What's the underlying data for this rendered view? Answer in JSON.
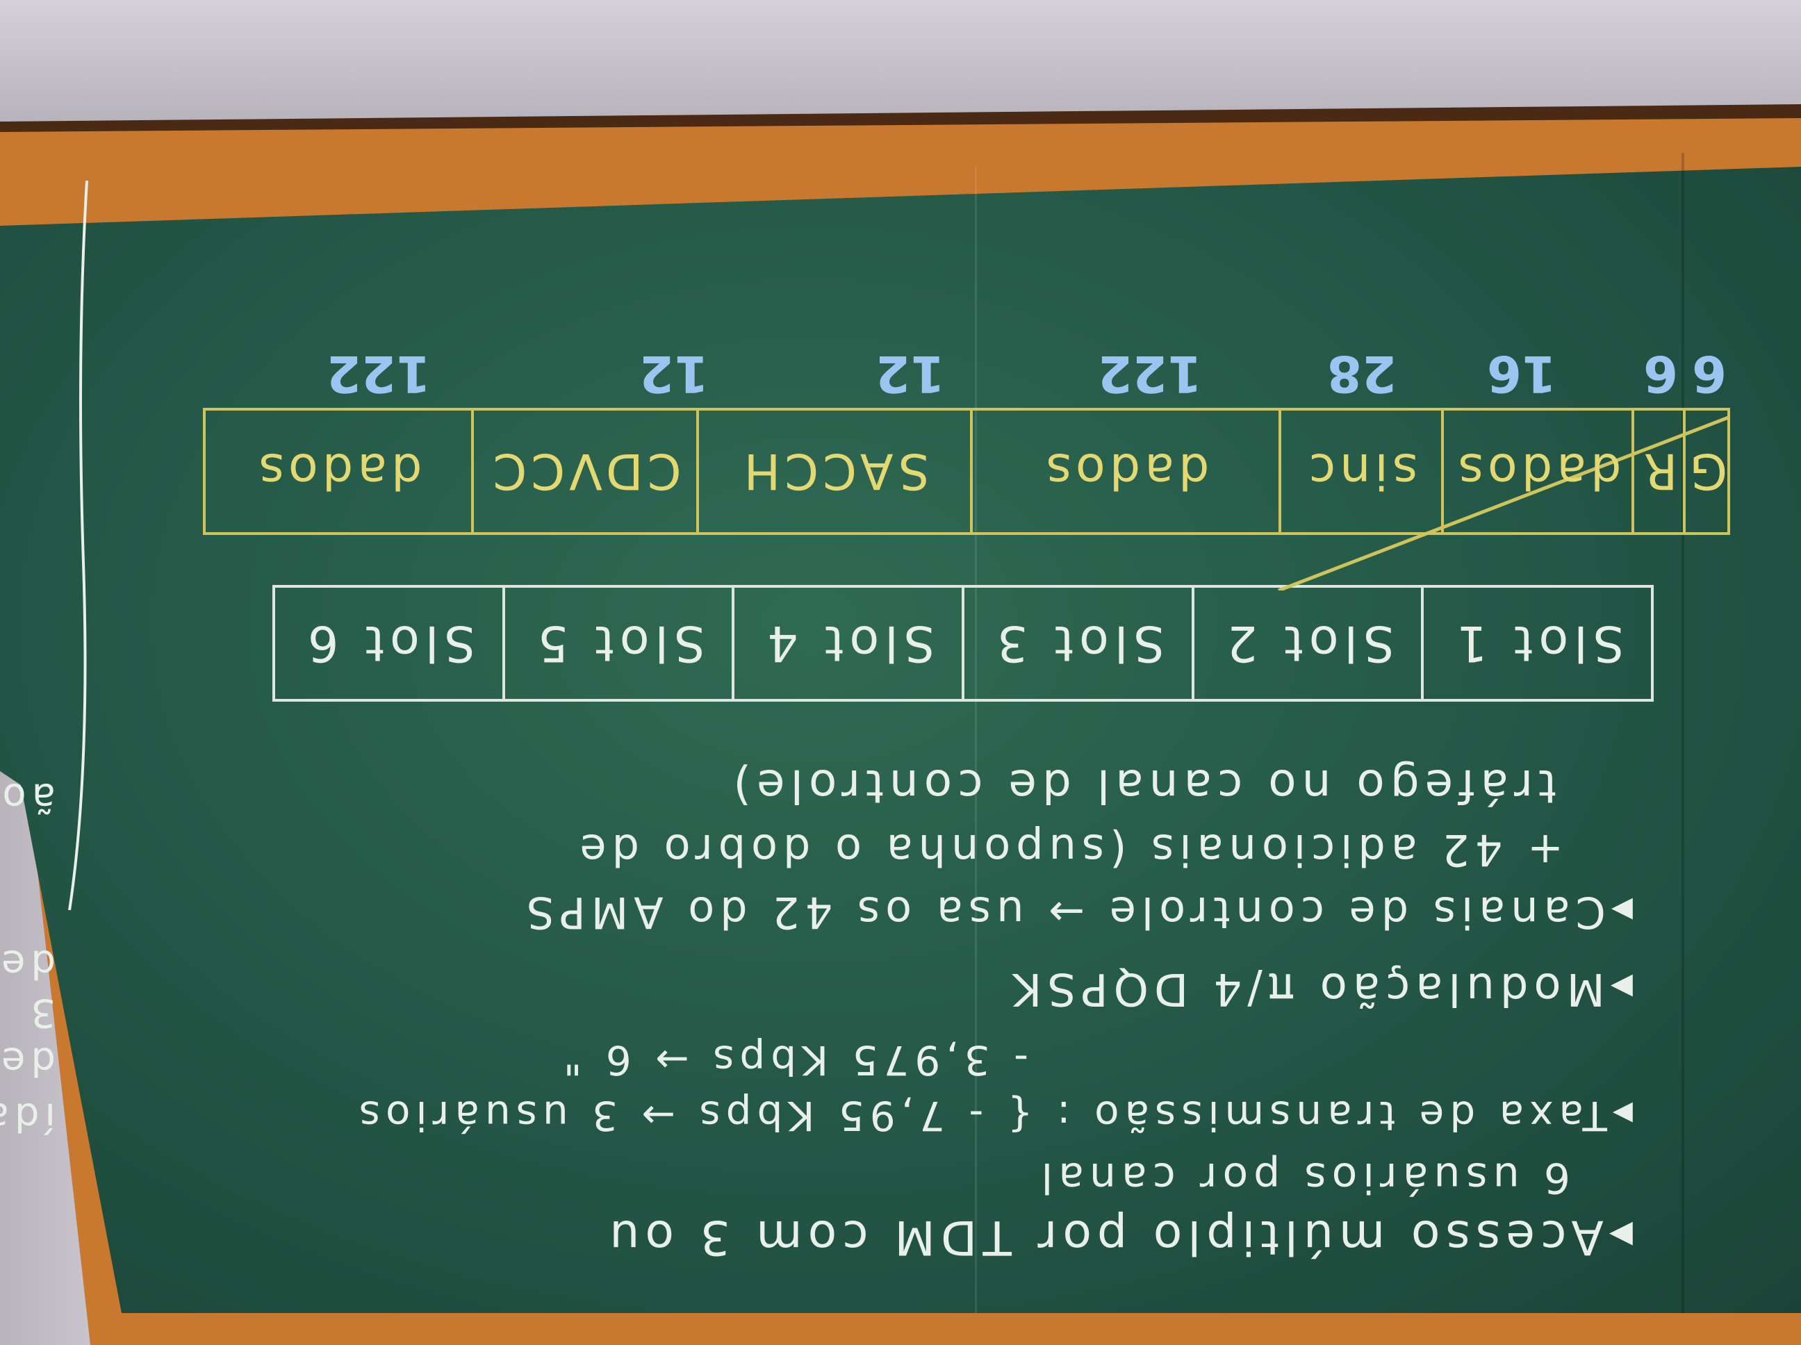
{
  "board": {
    "colors": {
      "board": "#235646",
      "frame": "#c8782f",
      "chalk_white": "#e9efe9",
      "chalk_yellow": "#e3d871",
      "chalk_blue": "#9cc4f0"
    },
    "orientation": "photo is upside down (rotated 180 degrees)",
    "notes": [
      "▸Acesso múltiplo por TDM com 3 ou",
      "6 usuários por canal",
      "▸Taxa de transmissão : { - 7,95 Kbps → 3 usuários",
      "- 3,975 Kbps → 6      \"",
      "▸Modulação π/4 DQPSK",
      "▸Canais de controle → usa os 42 do AMPS",
      "+ 42 adicionais (suponha o dobro de",
      "tráfego no canal de controle)"
    ],
    "slots": [
      "Slot 1",
      "Slot 2",
      "Slot 3",
      "Slot 4",
      "Slot 5",
      "Slot 6"
    ],
    "frame_fields": [
      "G",
      "R",
      "dados",
      "sinc",
      "dados",
      "SACCH",
      "CDVCC",
      "dados"
    ],
    "frame_bits": [
      "6",
      "6",
      "16",
      "28",
      "122",
      "12",
      "12",
      "122"
    ],
    "left_fragments": [
      "ída",
      "de",
      "3",
      "de",
      "ão"
    ]
  }
}
